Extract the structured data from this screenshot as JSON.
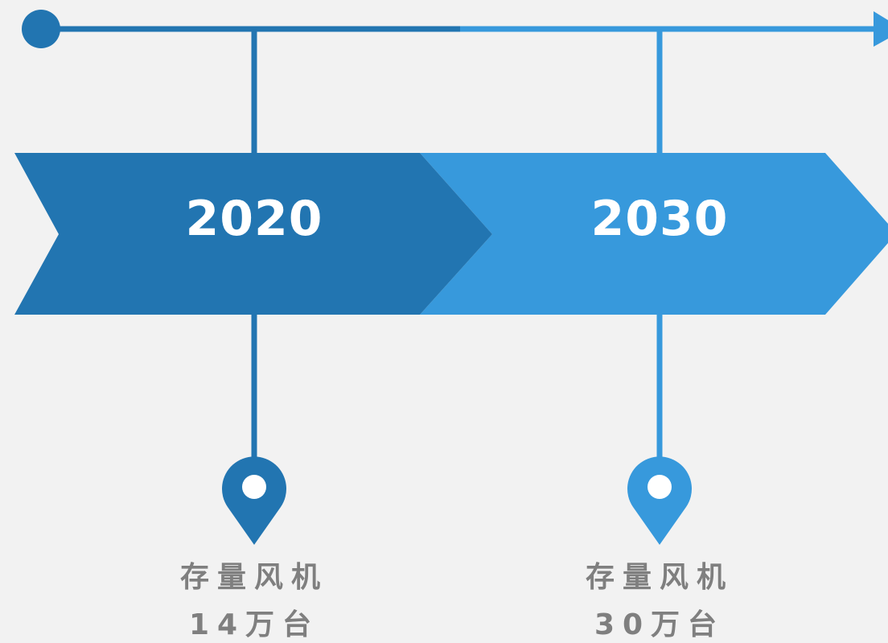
{
  "milestones": [
    {
      "year": "2020",
      "label": "存量风机",
      "value": "14万台",
      "color": "#2275b1"
    },
    {
      "year": "2030",
      "label": "存量风机",
      "value": "30万台",
      "color": "#3799dc"
    }
  ]
}
